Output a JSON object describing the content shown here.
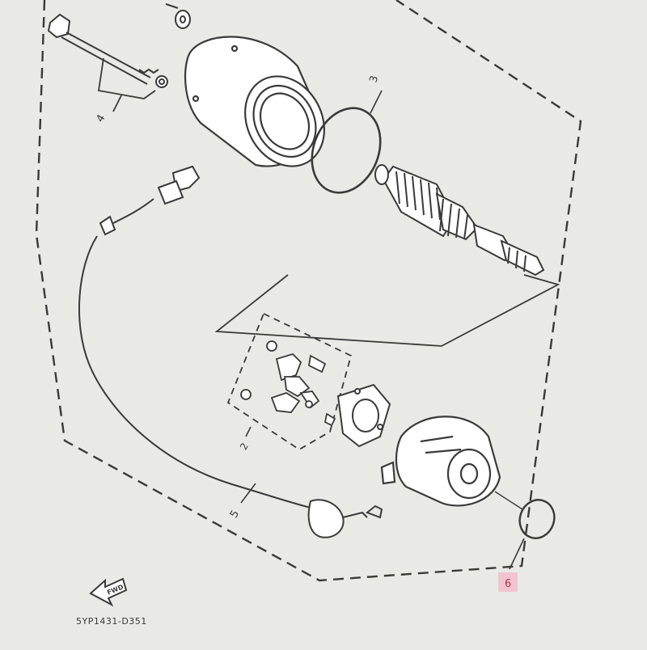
{
  "diagram": {
    "callouts": {
      "c2": "2",
      "c3": "3",
      "c4": "4",
      "c5": "5",
      "c6": "6"
    },
    "fwd_label": "FWD",
    "figure_code": "5YP1431-D351",
    "colors": {
      "line": "#3a3a3a",
      "paper": "#e9eae6",
      "highlight": "#f2c4cf",
      "highlight_text": "#b0304a"
    }
  }
}
